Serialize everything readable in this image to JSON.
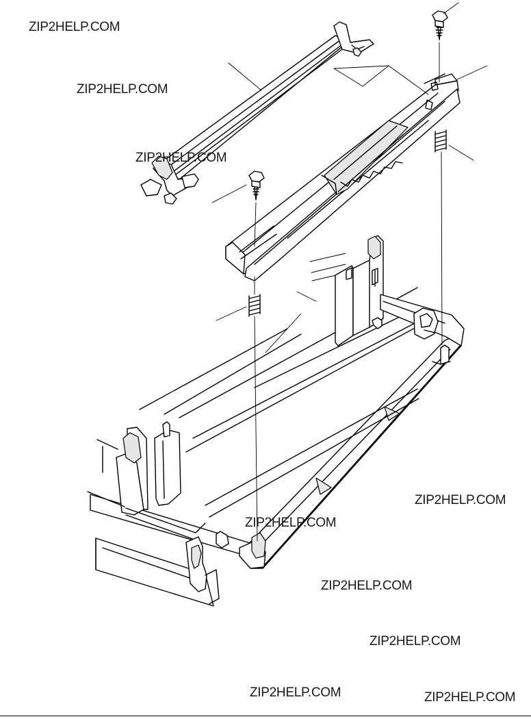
{
  "watermarks": [
    "ZIP2HELP.COM",
    "ZIP2HELP.COM",
    "ZIP2HELP.COM",
    "ZIP2HELP.COM",
    "ZIP2HELP.COM",
    "ZIP2HELP.COM",
    "ZIP2HELP.COM",
    "ZIP2HELP.COM",
    "ZIP2HELP.COM"
  ],
  "colors": {
    "line": "#000000",
    "background": "#ffffff",
    "shade": "#e6e6e6"
  },
  "parts": [
    "rail-bar",
    "upper-guide",
    "screw",
    "spring",
    "base-frame"
  ]
}
